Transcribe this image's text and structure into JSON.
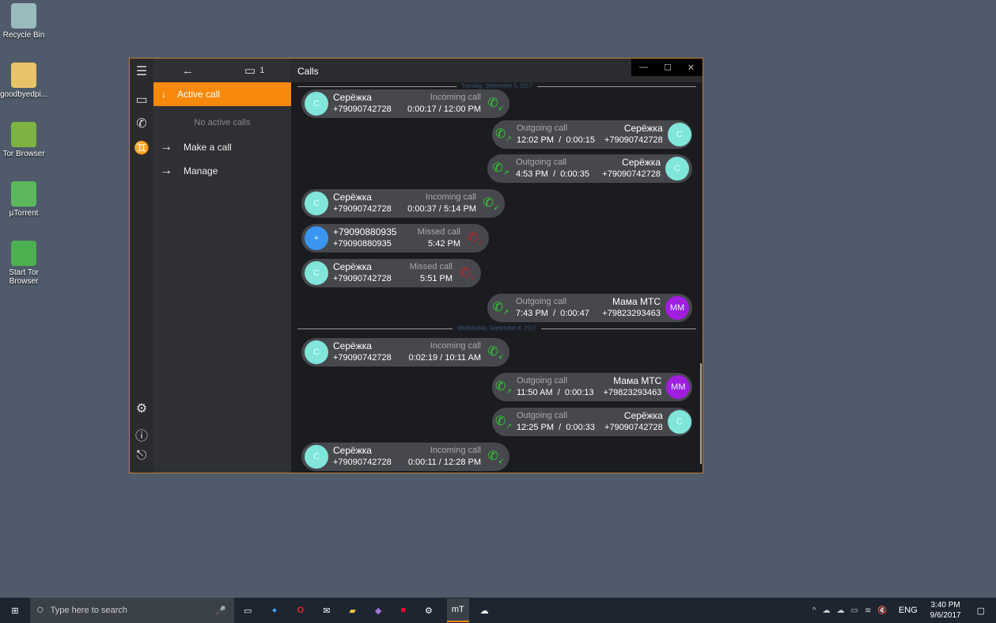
{
  "desktop": [
    {
      "label": "Recycle Bin",
      "color": "#9bb"
    },
    {
      "label": "goodbyedpi...",
      "color": "#e8c36a"
    },
    {
      "label": "Tor Browser",
      "color": "#7cb342"
    },
    {
      "label": "µTorrent",
      "color": "#5cb85c"
    },
    {
      "label": "Start Tor Browser",
      "color": "#4caf50"
    }
  ],
  "nav": {
    "message_count": "1",
    "active_call": "Active call",
    "no_active": "No active calls",
    "make_call": "Make a call",
    "manage": "Manage"
  },
  "title": "Calls",
  "dates": [
    "Tuesday, September 5, 2017",
    "Wednesday, September 6, 2017"
  ],
  "calls": [
    {
      "dir": "in",
      "name": "Серёжка",
      "number": "+79090742728",
      "type": "Incoming call",
      "detail": "0:00:17 / 12:00 PM",
      "avatar": "С",
      "color": "#7fe6d9"
    },
    {
      "dir": "out",
      "name": "Серёжка",
      "number": "+79090742728",
      "type": "Outgoing call",
      "detail": "12:02 PM  /  0:00:15",
      "avatar": "С",
      "color": "#7fe6d9"
    },
    {
      "dir": "out",
      "name": "Серёжка",
      "number": "+79090742728",
      "type": "Outgoing call",
      "detail": "4:53 PM  /  0:00:35",
      "avatar": "С",
      "color": "#7fe6d9"
    },
    {
      "dir": "in",
      "name": "Серёжка",
      "number": "+79090742728",
      "type": "Incoming call",
      "detail": "0:00:37 / 5:14 PM",
      "avatar": "С",
      "color": "#7fe6d9"
    },
    {
      "dir": "missed",
      "name": "+79090880935",
      "number": "+79090880935",
      "type": "Missed call",
      "detail": "5:42 PM",
      "avatar": "+",
      "color": "#3a96f0"
    },
    {
      "dir": "missed",
      "name": "Серёжка",
      "number": "+79090742728",
      "type": "Missed call",
      "detail": "5:51 PM",
      "avatar": "С",
      "color": "#7fe6d9"
    },
    {
      "dir": "out",
      "name": "Мама МТС",
      "number": "+79823293463",
      "type": "Outgoing call",
      "detail": "7:43 PM  /  0:00:47",
      "avatar": "ММ",
      "color": "#a01ee0"
    },
    {
      "dir": "in",
      "name": "Серёжка",
      "number": "+79090742728",
      "type": "Incoming call",
      "detail": "0:02:19 / 10:11 AM",
      "avatar": "С",
      "color": "#7fe6d9"
    },
    {
      "dir": "out",
      "name": "Мама МТС",
      "number": "+79823293463",
      "type": "Outgoing call",
      "detail": "11:50 AM  /  0:00:13",
      "avatar": "ММ",
      "color": "#a01ee0"
    },
    {
      "dir": "out",
      "name": "Серёжка",
      "number": "+79090742728",
      "type": "Outgoing call",
      "detail": "12:25 PM  /  0:00:33",
      "avatar": "С",
      "color": "#7fe6d9"
    },
    {
      "dir": "in",
      "name": "Серёжка",
      "number": "+79090742728",
      "type": "Incoming call",
      "detail": "0:00:11 / 12:28 PM",
      "avatar": "С",
      "color": "#7fe6d9"
    }
  ],
  "taskbar": {
    "search_placeholder": "Type here to search",
    "lang": "ENG",
    "time": "3:40 PM",
    "date": "9/6/2017",
    "app_label": "mT"
  }
}
